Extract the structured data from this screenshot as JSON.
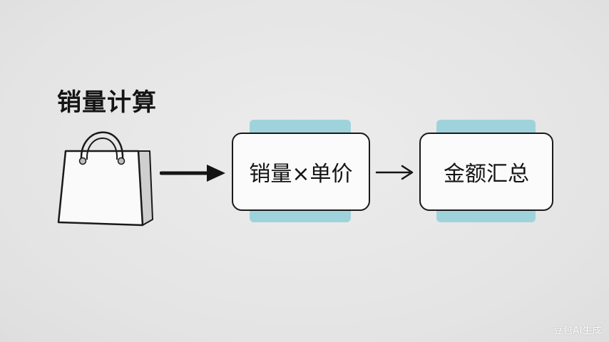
{
  "title": "销量计算",
  "step1": {
    "label": "销量×单价"
  },
  "step2": {
    "label": "金额汇总"
  },
  "watermark": "豆包AI生成",
  "icons": [
    "shopping-bag-icon",
    "arrow-right-icon"
  ],
  "colors": {
    "tab": "#9fd3dc",
    "box_fill": "#fbfbfb",
    "stroke": "#1a1a1a",
    "background": "#e6e6e6"
  }
}
